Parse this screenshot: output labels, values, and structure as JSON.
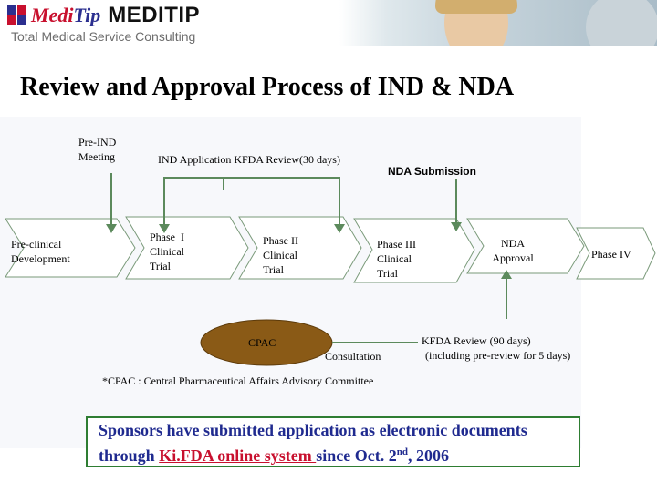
{
  "header": {
    "logo_script_prefix": "Medi",
    "logo_script_suffix": "Tip",
    "logo_word": "MEDITIP",
    "tagline": "Total Medical Service Consulting"
  },
  "title": "Review and Approval Process of IND & NDA",
  "diagram": {
    "pre_ind": [
      "Pre-IND",
      "Meeting"
    ],
    "ind_application": "IND Application KFDA Review(30 days)",
    "nda_submission": "NDA Submission",
    "preclinical": [
      "Pre-clinical",
      "Development"
    ],
    "phase1": [
      "Phase  I",
      "Clinical",
      "Trial"
    ],
    "phase2": [
      "Phase II",
      "Clinical",
      "Trial"
    ],
    "phase3": [
      "Phase III",
      "Clinical",
      "Trial"
    ],
    "nda_approval": [
      "NDA",
      "Approval"
    ],
    "phase4": "Phase IV",
    "cpac": "CPAC",
    "consultation": "Consultation",
    "kfda_review": [
      "KFDA Review (90 days)",
      "(including pre-review for 5 days)"
    ]
  },
  "footnote": "*CPAC : Central Pharmaceutical Affairs Advisory Committee",
  "sponsor": {
    "line1": "Sponsors have submitted application as electronic documents",
    "line2_pre": "through ",
    "line2_link": "Ki.FDA online system ",
    "line2_mid": "since Oct. 2",
    "line2_sup": "nd",
    "line2_post": ", 2006"
  },
  "colors": {
    "arrow_shape": "#ffffff",
    "arrow_border": "#7a9a7a",
    "connector": "#5c8a5c",
    "cpac_fill": "#8a5a16",
    "sponsor_text": "#1f2a8f",
    "link_text": "#c8102e",
    "box_border": "#2e7d32"
  }
}
